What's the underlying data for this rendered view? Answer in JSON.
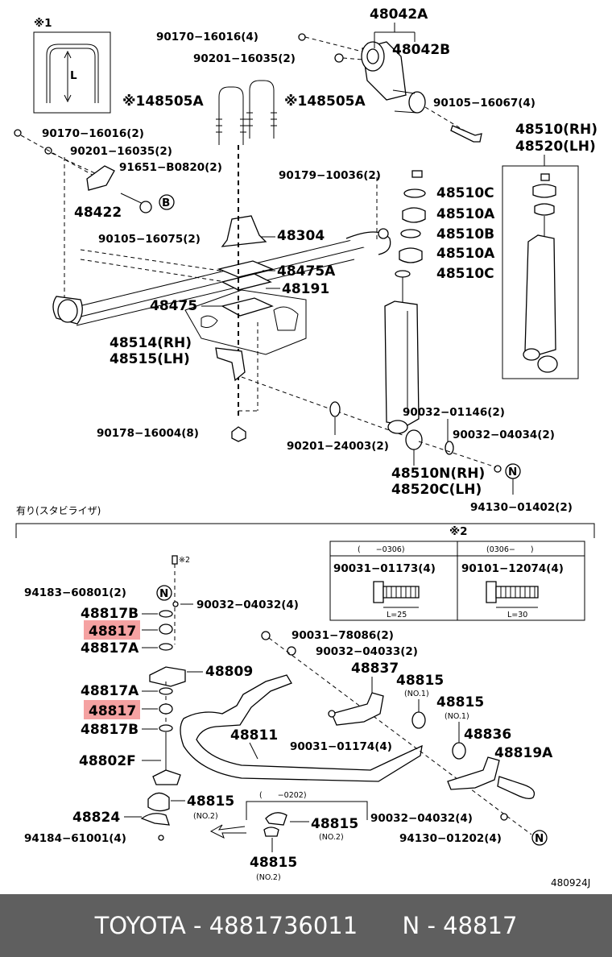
{
  "footer": {
    "brand": "TOYOTA",
    "part_number": "4881736011",
    "ref": "N",
    "ref_code": "48817"
  },
  "diagram": {
    "ref_number": "480924J",
    "highlight_label": "48817",
    "upper_labels": {
      "note1_box": "※1",
      "dim_L": "L",
      "a48042A": "48042A",
      "a48042B": "48042B",
      "p90170_16016_4": "90170−16016(4)",
      "p90201_16035_2a": "90201−16035(2)",
      "p90105_16067_4": "90105−16067(4)",
      "u48505A_left": "※148505A",
      "u48505A_right": "※148505A",
      "p90170_16016_2": "90170−16016(2)",
      "p90201_16035_2b": "90201−16035(2)",
      "p91651_B0820_2": "91651−B0820(2)",
      "b48422": "48422",
      "circleB": "B",
      "p90105_16075_2": "90105−16075(2)",
      "b48304": "48304",
      "b48475A": "48475A",
      "b48191": "48191",
      "b48475": "48475",
      "b48514RH": "48514(RH)",
      "b48515LH": "48515(LH)",
      "p90178_16004_8": "90178−16004(8)",
      "p90201_24003_2": "90201−24003(2)",
      "p90179_10036_2": "90179−10036(2)",
      "b48510C_1": "48510C",
      "b48510A_1": "48510A",
      "b48510B": "48510B",
      "b48510A_2": "48510A",
      "b48510C_2": "48510C",
      "b48510RH": "48510(RH)",
      "b48520LH": "48520(LH)",
      "p90032_01146_2": "90032−01146(2)",
      "p90032_04034_2": "90032−04034(2)",
      "b48510N": "48510N(RH)",
      "b48520C": "48520C(LH)",
      "circleN_1": "N",
      "p94130_01402_2": "94130−01402(2)"
    },
    "section_title": "有り(スタビライザ)",
    "lower_labels": {
      "note2": "※2",
      "note2_bolt": "※2",
      "col1_header": "(　　−0306)",
      "col2_header": "(0306−　　)",
      "col1_part": "90031−01173(4)",
      "col2_part": "90101−12074(4)",
      "col1_len": "L=25",
      "col2_len": "L=30",
      "p94183_60801_2": "94183−60801(2)",
      "circleN_2": "N",
      "p90032_04032_4a": "90032−04032(4)",
      "b48817B_1": "48817B",
      "b48817_1": "48817",
      "b48817A_1": "48817A",
      "b48809": "48809",
      "b48817A_2": "48817A",
      "b48817_2": "48817",
      "b48817B_2": "48817B",
      "b48802F": "48802F",
      "b48824": "48824",
      "p94184_61001_4": "94184−61001(4)",
      "b48815_left": "48815",
      "no2_left": "(NO.2)",
      "range_0202": "(　　−0202)",
      "b48815_mid": "48815",
      "no2_mid": "(NO.2)",
      "b48815_bottom": "48815",
      "no2_bottom": "(NO.2)",
      "b48811": "48811",
      "p90031_78086_2": "90031−78086(2)",
      "p90032_04033_2": "90032−04033(2)",
      "b48837": "48837",
      "b48815_no1a": "48815",
      "no1_a": "(NO.1)",
      "b48815_no1b": "48815",
      "no1_b": "(NO.1)",
      "p90031_01174_4": "90031−01174(4)",
      "b48836": "48836",
      "b48819A": "48819A",
      "p90032_04032_4b": "90032−04032(4)",
      "p94130_01202_4": "94130−01202(4)",
      "circleN_3": "N"
    },
    "highlight_color": "#f28b8b",
    "footer_color": "#5f5f5f"
  }
}
